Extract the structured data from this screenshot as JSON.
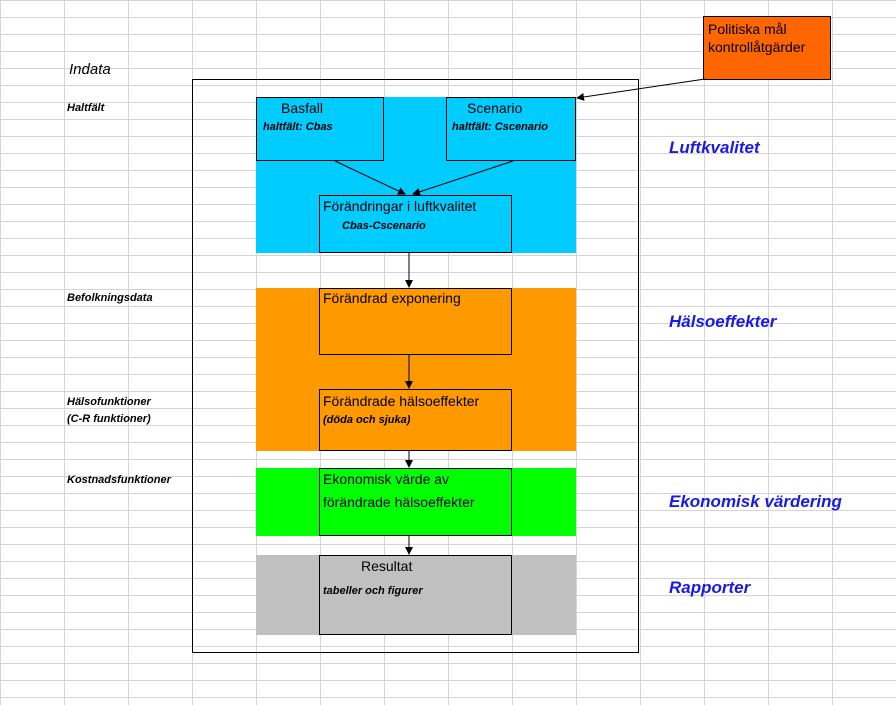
{
  "input_labels": {
    "indata": "Indata",
    "haltfalt": "Haltfält",
    "befolkningsdata": "Befolkningsdata",
    "halsofunktioner_1": "Hälsofunktioner",
    "halsofunktioner_2": "(C-R funktioner)",
    "kostnadsfunktioner": "Kostnadsfunktioner"
  },
  "sections": {
    "luftkvalitet": "Luftkvalitet",
    "halsoeffekter": "Hälsoeffekter",
    "ekonomisk_vardering": "Ekonomisk värdering",
    "rapporter": "Rapporter"
  },
  "boxes": {
    "politiska": {
      "line1": "Politiska mål",
      "line2": "kontrollåtgärder"
    },
    "basfall": {
      "title": "Basfall",
      "subtitle": "haltfält: Cbas"
    },
    "scenario": {
      "title": "Scenario",
      "subtitle": "haltfält: Cscenario"
    },
    "forandringar": {
      "title": "Förändringar i luftkvalitet",
      "subtitle": "Cbas-Cscenario"
    },
    "exponering": {
      "title": "Förändrad exponering"
    },
    "halsoeffekter": {
      "title": "Förändrade hälsoeffekter",
      "subtitle": "(döda och sjuka)"
    },
    "ekonomiskt_varde": {
      "line1": "Ekonomisk värde av",
      "line2": "förändrade hälsoeffekter"
    },
    "resultat": {
      "title": "Resultat",
      "subtitle": "tabeller och figurer"
    }
  },
  "colors": {
    "luftkvalitet_band": "#00ccff",
    "halsoeffekter_band": "#ff9900",
    "ekonomisk_band": "#00ff00",
    "rapporter_band": "#c0c0c0",
    "politiska_box": "#ff6600",
    "section_text": "#1a1ae6",
    "gridline": "#d4d4d4"
  }
}
